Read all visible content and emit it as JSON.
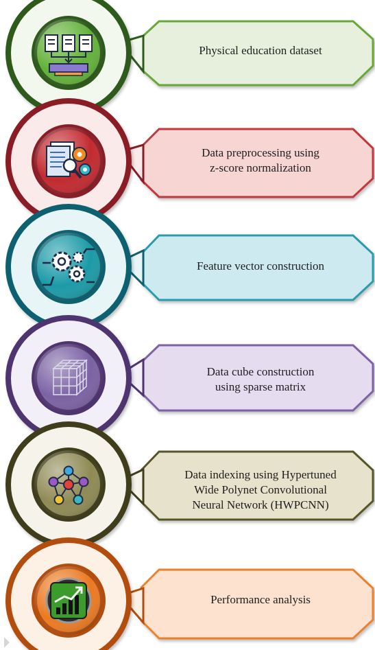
{
  "steps": [
    {
      "id": "dataset",
      "lines": [
        "Physical education dataset"
      ],
      "icon": "dataset-icon",
      "ring_color": "#2f5a1d",
      "ring_inner": "#f3f8ee",
      "disk_color": "#63b13a",
      "box_fill": "#e7f0dc",
      "box_stroke": "#67a83b"
    },
    {
      "id": "preprocessing",
      "lines": [
        "Data preprocessing using",
        "z-score normalization"
      ],
      "icon": "document-gears-icon",
      "ring_color": "#8a1e27",
      "ring_inner": "#fbeaea",
      "disk_color": "#c22a30",
      "box_fill": "#f7d5d3",
      "box_stroke": "#c1393d"
    },
    {
      "id": "feature-vector",
      "lines": [
        "Feature vector construction"
      ],
      "icon": "gears-network-icon",
      "ring_color": "#0f6170",
      "ring_inner": "#e8f5f7",
      "disk_color": "#1c9aa7",
      "box_fill": "#cdeaf1",
      "box_stroke": "#2b9bad"
    },
    {
      "id": "data-cube",
      "lines": [
        "Data cube construction",
        "using sparse matrix"
      ],
      "icon": "cube-grid-icon",
      "ring_color": "#4f3470",
      "ring_inner": "#f3eff8",
      "disk_color": "#7b62a3",
      "box_fill": "#e5dcf0",
      "box_stroke": "#7e62a6"
    },
    {
      "id": "indexing",
      "lines": [
        "Data indexing using Hypertuned",
        "Wide Polynet Convolutional",
        "Neural Network (HWPCNN)"
      ],
      "icon": "neural-network-icon",
      "ring_color": "#3f3e1c",
      "ring_inner": "#f5f3ea",
      "disk_color": "#8f8a55",
      "box_fill": "#e7e2cc",
      "box_stroke": "#565427"
    },
    {
      "id": "performance",
      "lines": [
        "Performance analysis"
      ],
      "icon": "growth-chart-icon",
      "ring_color": "#b34d0e",
      "ring_inner": "#fdf1e6",
      "disk_color": "#ea7a22",
      "box_fill": "#fce2cf",
      "box_stroke": "#e9812e"
    }
  ],
  "connector_color": "#1a1a1a"
}
